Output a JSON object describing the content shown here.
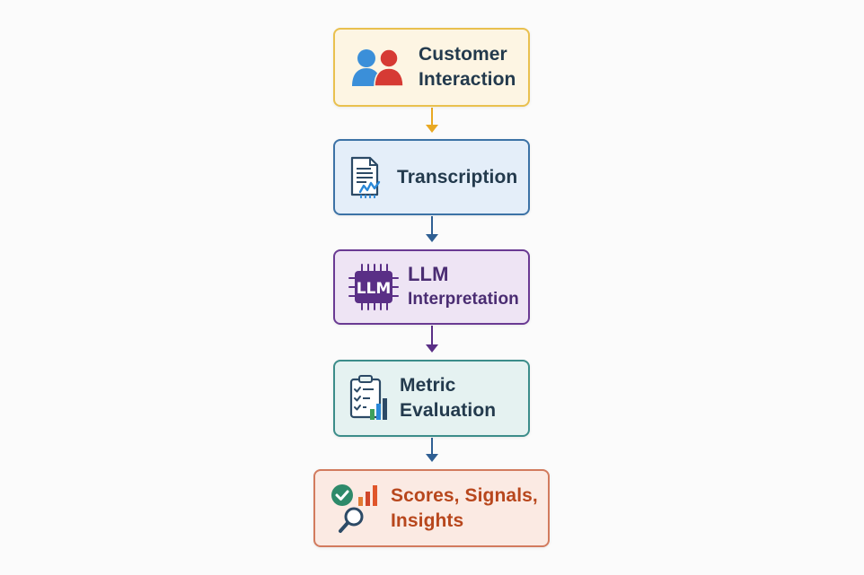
{
  "nodes": [
    {
      "id": "customer-interaction",
      "lines": [
        "Customer",
        "Interaction"
      ],
      "icon": "users-icon",
      "color": "#e9a923"
    },
    {
      "id": "transcription",
      "lines": [
        "Transcription"
      ],
      "icon": "document-waveform-icon",
      "color": "#3c72a6"
    },
    {
      "id": "llm-interpretation",
      "lines": [
        "LLM",
        "Interpretation"
      ],
      "icon": "llm-chip-icon",
      "color": "#6a3a93",
      "icon_text": "LLM"
    },
    {
      "id": "metric-evaluation",
      "lines": [
        "Metric",
        "Evaluation"
      ],
      "icon": "checklist-chart-icon",
      "color": "#3c8d8a"
    },
    {
      "id": "scores-signals-insights",
      "lines": [
        "Scores, Signals,",
        "Insights"
      ],
      "icon": "check-chart-magnifier-icon",
      "color": "#c9532a"
    }
  ],
  "edges": [
    {
      "from": "customer-interaction",
      "to": "transcription",
      "color": "#e9a923"
    },
    {
      "from": "transcription",
      "to": "llm-interpretation",
      "color": "#2f5f93"
    },
    {
      "from": "llm-interpretation",
      "to": "metric-evaluation",
      "color": "#5a2f86"
    },
    {
      "from": "metric-evaluation",
      "to": "scores-signals-insights",
      "color": "#2f5f93"
    }
  ]
}
